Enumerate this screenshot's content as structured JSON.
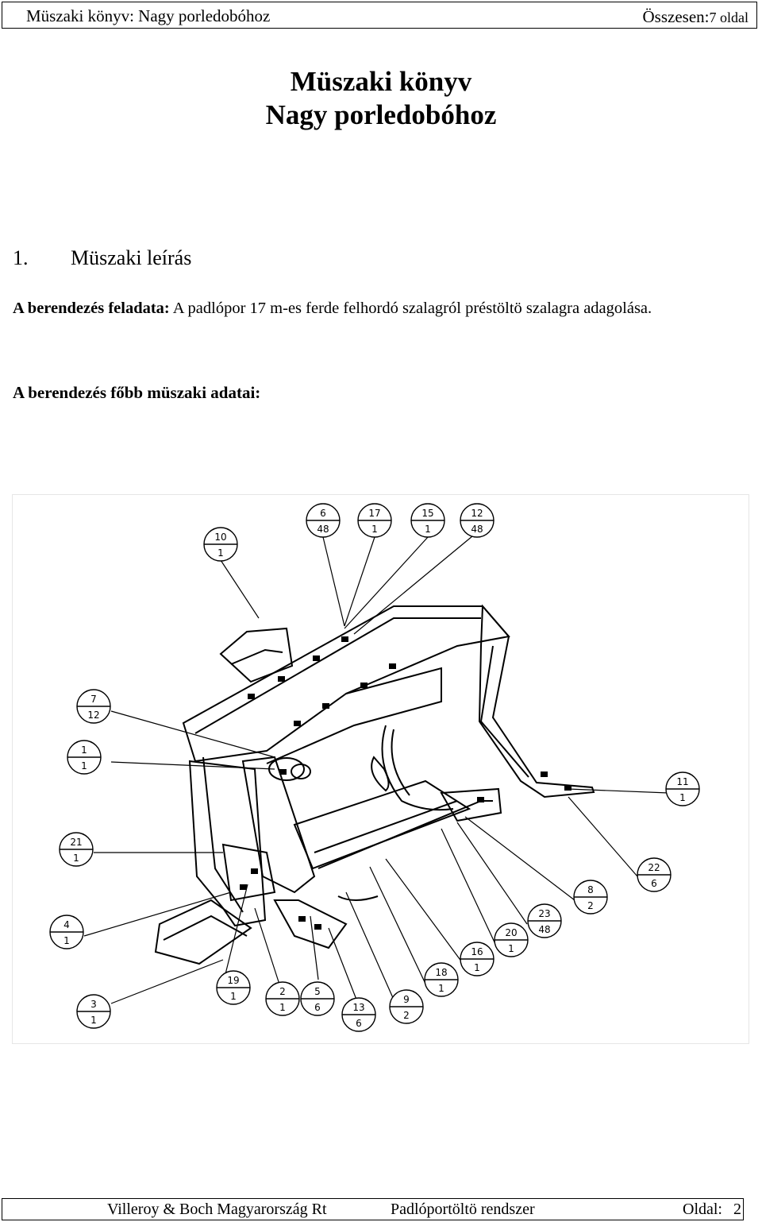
{
  "header": {
    "left": "Müszaki könyv: Nagy porledobóhoz",
    "right_prefix": "Összesen:",
    "right_suffix": "7 oldal"
  },
  "title": {
    "line1": "Müszaki könyv",
    "line2": "Nagy porledobóhoz"
  },
  "section": {
    "number": "1.",
    "heading": "Müszaki leírás"
  },
  "paragraph": {
    "bold_label": "A berendezés feladata:",
    "text": " A padlópor 17 m-es ferde felhordó szalagról préstöltö szalagra adagolása."
  },
  "subheading": "A berendezés főbb müszaki adatai:",
  "drawing": {
    "callouts": [
      {
        "top": "6",
        "bottom": "48"
      },
      {
        "top": "17",
        "bottom": "1"
      },
      {
        "top": "15",
        "bottom": "1"
      },
      {
        "top": "12",
        "bottom": "48"
      },
      {
        "top": "10",
        "bottom": "1"
      },
      {
        "top": "7",
        "bottom": "12"
      },
      {
        "top": "1",
        "bottom": "1"
      },
      {
        "top": "11",
        "bottom": "1"
      },
      {
        "top": "21",
        "bottom": "1"
      },
      {
        "top": "22",
        "bottom": "6"
      },
      {
        "top": "8",
        "bottom": "2"
      },
      {
        "top": "4",
        "bottom": "1"
      },
      {
        "top": "23",
        "bottom": "48"
      },
      {
        "top": "20",
        "bottom": "1"
      },
      {
        "top": "16",
        "bottom": "1"
      },
      {
        "top": "19",
        "bottom": "1"
      },
      {
        "top": "18",
        "bottom": "1"
      },
      {
        "top": "3",
        "bottom": "1"
      },
      {
        "top": "2",
        "bottom": "1"
      },
      {
        "top": "5",
        "bottom": "6"
      },
      {
        "top": "13",
        "bottom": "6"
      },
      {
        "top": "9",
        "bottom": "2"
      }
    ]
  },
  "footer": {
    "company": "Villeroy & Boch Magyarország Rt",
    "system": "Padlóportöltö rendszer",
    "page_label": "Oldal:",
    "page_number": "2"
  }
}
